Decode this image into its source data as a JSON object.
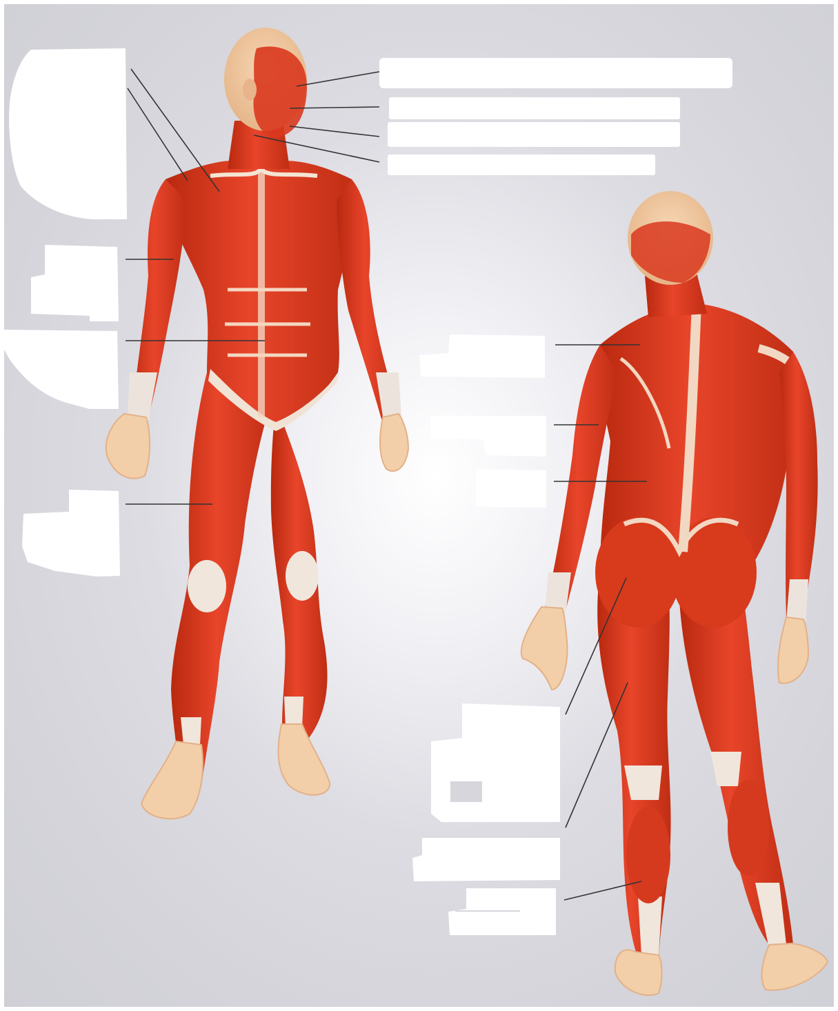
{
  "diagram": {
    "colors": {
      "muscle": "#d9381e",
      "muscle_dark": "#b02612",
      "muscle_light": "#ec5a38",
      "tendon": "#f2e8dc",
      "skin": "#f1c9a0",
      "leader": "#333333",
      "label_box": "#ffffff",
      "background": "#d6d6dc"
    },
    "label_boxes": [
      {
        "id": "front-shoulder-chest",
        "text": ""
      },
      {
        "id": "front-upper-arm",
        "text": ""
      },
      {
        "id": "front-abdomen",
        "text": ""
      },
      {
        "id": "front-thigh",
        "text": ""
      },
      {
        "id": "face-forehead",
        "text": ""
      },
      {
        "id": "face-eye",
        "text": ""
      },
      {
        "id": "face-mouth",
        "text": ""
      },
      {
        "id": "neck",
        "text": ""
      },
      {
        "id": "back-upper",
        "text": ""
      },
      {
        "id": "back-arm",
        "text": ""
      },
      {
        "id": "back-lower",
        "text": ""
      },
      {
        "id": "back-gluteal",
        "text": ""
      },
      {
        "id": "back-hamstring",
        "text": ""
      },
      {
        "id": "back-calf",
        "text": ""
      }
    ]
  }
}
